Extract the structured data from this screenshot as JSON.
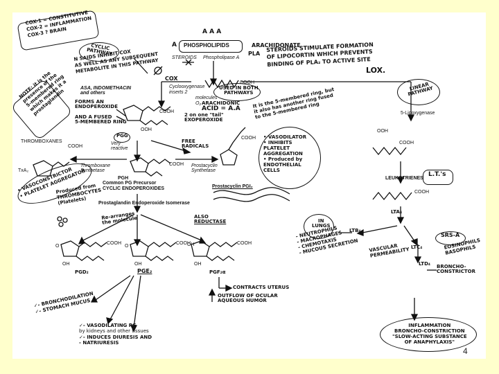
{
  "page_number": "4",
  "top": {
    "phospholipids": "PHOSPHOLIPIDS",
    "arachidonate": "ARACHIDONATE",
    "a_left": "A",
    "a_marks": "A  A  A",
    "pla2": "PLA",
    "steroids": "STEROIDS",
    "phospholipase": "Phospholipase A",
    "steroid_note": [
      "STEROIDS STIMULATE FORMATION",
      "OF LIPOCORTIN WHICH PREVENTS",
      "BINDING OF PLA₂ TO ACTIVE SITE"
    ]
  },
  "cox_note": {
    "lines": [
      "COX-1 = CONSTITUTIVE",
      "COX-2 = INFLAMMATION",
      "COX-3 ? BRAIN"
    ]
  },
  "cyclic_pathway": "CYCLIC PATHWAY",
  "nsaid_note": [
    "N SAIDS INHIBIT COX",
    "AS WELL AS ANY SUBSEQUENT",
    "METABOLITE IN THIS PATHWAY"
  ],
  "cox_label": "COX",
  "lox_label": "LOX.",
  "aspirin": [
    "ASA, INDOMETHACIN",
    "and others"
  ],
  "cyclooxygenase": [
    "Cyclooxygenase",
    "inserts 2",
    "molecules",
    "O₂"
  ],
  "used_both": [
    "USED IN BOTH",
    "PATHWAYS"
  ],
  "arachidonic": [
    "ARACHIDONIC",
    "ACID = A.A"
  ],
  "note_side": [
    "NOTE: it is the",
    "presence of the",
    "5-membered ring",
    "which makes it a",
    "prostaglandin"
  ],
  "forms_endo": [
    "FORMS AN",
    "ENDOPEROXIDE"
  ],
  "fused_ring": [
    "AND A FUSED",
    "5-MEMBERED RING"
  ],
  "two_tail": [
    "2 on one \"tail\"",
    "EXOPEROXIDE"
  ],
  "five_ring_note": [
    "It is the 5-membered ring, but",
    "it also has another ring fused",
    "to the 5-membered ring"
  ],
  "linear_pathway": "LINEAR PATHWAY",
  "lipoxygenase": "5-Lipoxygenase",
  "pgg": "PGG",
  "ooh": "OOH",
  "cooh": "COOH",
  "very_reactive": [
    "Very",
    "reactive"
  ],
  "free_radicals": [
    "FREE",
    "RADICALS"
  ],
  "vasodilator": [
    "• VASODILATOR",
    "• INHIBITS",
    "  PLATELET",
    "  AGGREGATION",
    "• Produced by",
    "  ENDOTHELIAL",
    "  CELLS"
  ],
  "thromboxanes": "THROMBOXANES",
  "txa2": "TxA₂",
  "thromboxane_synth": [
    "Thromboxane",
    "Synthetase"
  ],
  "vasoconstrictor": [
    "• VASOCONSTRICTOR",
    "• PLATELET AGGREGATOR"
  ],
  "produced_thrombo": [
    "Produced from",
    "THROMBOCYTES",
    "(Platelets)"
  ],
  "pgh": [
    "PGH",
    "Common PG Precursor",
    "CYCLIC ENDOPEROXIDES"
  ],
  "prostacyclin_synth": [
    "Prostacyclin",
    "Synthetase"
  ],
  "prostacyclin": "Prostacyclin PGI₂",
  "leukotrienes": "LEUKOTRIENES",
  "lts_box": "L.T.'s",
  "lta4": "LTA₄",
  "in_lungs": [
    "IN",
    "LUNGS"
  ],
  "neutrophils": [
    "- NEUTROPHILS",
    "- MACROPHAGES",
    "- CHEMOTAXIS",
    "- MUCOUS SECRETION"
  ],
  "ltb4": "LTB₄",
  "ltc4": "LTC₄",
  "ltd4": "LTD₄",
  "vascular": [
    "VASCULAR",
    "PERMEABILITY"
  ],
  "srs_a": "SRS-A",
  "eosinophils": [
    "EOSINOPHILS",
    "BASOPHILS"
  ],
  "broncho": [
    "BRONCHO-",
    "CONSTRICTOR"
  ],
  "inflammation": [
    "INFLAMMATION",
    "BRONCHO-CONSTRICTION",
    "\"SLOW-ACTING SUBSTANCE",
    "OF ANAPHYLAXIS\""
  ],
  "pge_isomerase": "Prostaglandin Endoperoxide Isomerase",
  "rearranges": [
    "Re-arranges",
    "the molecule"
  ],
  "also_reductase": [
    "ALSO",
    "REDUCTASE"
  ],
  "pgd2": "PGD₂",
  "pge2": "PGE₂",
  "pgf2a": "PGF₂α",
  "oh": "OH",
  "o": "O",
  "contracts": "CONTRACTS UTERUS",
  "outflow": [
    "OUTFLOW OF OCULAR",
    "AQUEOUS HUMOR"
  ],
  "broncho_dil": [
    "✓- BRONCHODILATION",
    "✓- STOMACH MUCUS"
  ],
  "vasodilating": [
    "✓- VASODILATING PG",
    "   by kidneys and other tissues",
    "✓- INDUCES DIURESIS AND",
    "   - NATRIURESIS"
  ]
}
